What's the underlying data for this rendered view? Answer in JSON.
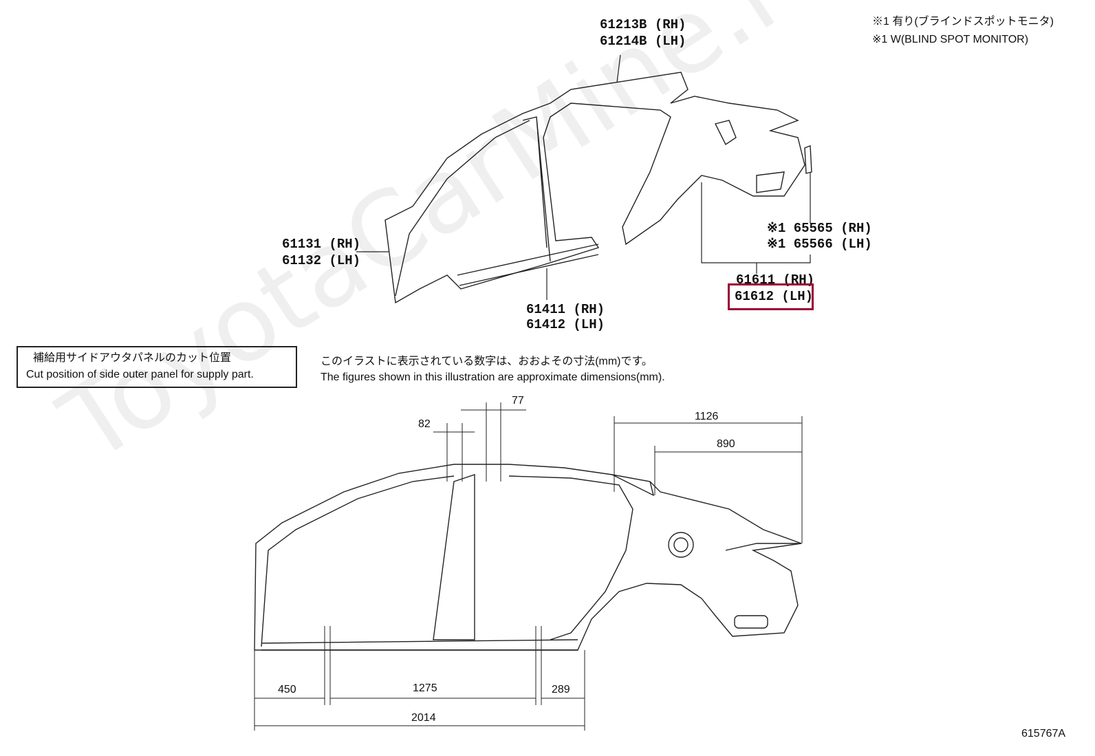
{
  "notes": {
    "line1": "※1 有り(ブラインドスポットモニタ)",
    "line2": "※1 W(BLIND SPOT MONITOR)"
  },
  "parts": {
    "roof_rail": [
      "61213B (RH)",
      "61214B (LH)"
    ],
    "front_pillar": [
      "61131 (RH)",
      "61132 (LH)"
    ],
    "rocker": [
      "61411 (RH)",
      "61412 (LH)"
    ],
    "bsm_bracket": [
      "※1 65565 (RH)",
      "※1 65566 (LH)"
    ],
    "quarter_panel": [
      "61611 (RH)",
      "61612 (LH)"
    ]
  },
  "highlighted_part": "61612 (LH)",
  "highlight_color": "#9a0036",
  "cut_position": {
    "jp": "補給用サイドアウタパネルのカット位置",
    "en": "Cut position of side outer panel for supply part."
  },
  "dimension_note": {
    "jp": "このイラストに表示されている数字は、おおよその寸法(mm)です。",
    "en": "The figures shown in this illustration are approximate dimensions(mm)."
  },
  "dimensions": {
    "d77": "77",
    "d82": "82",
    "d1126": "1126",
    "d890": "890",
    "d450": "450",
    "d1275": "1275",
    "d289": "289",
    "d2014": "2014"
  },
  "figure_id": "615767A",
  "watermark": "ToyotaCarMine.ru"
}
